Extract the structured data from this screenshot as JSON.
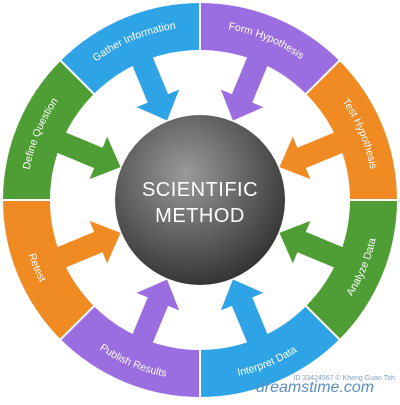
{
  "center": {
    "line1": "SCIENTIFIC",
    "line2": "METHOD"
  },
  "steps": [
    {
      "label": "Gather Information",
      "color": "#2ea4e6"
    },
    {
      "label": "Form Hypothesis",
      "color": "#9a6ee0"
    },
    {
      "label": "Test Hypothesis",
      "color": "#f08a22"
    },
    {
      "label": "Analyze Data",
      "color": "#4f9e35"
    },
    {
      "label": "Interpret Data",
      "color": "#2ea4e6"
    },
    {
      "label": "Publish Results",
      "color": "#9a6ee0"
    },
    {
      "label": "Retest",
      "color": "#f08a22"
    },
    {
      "label": "Define Question",
      "color": "#4f9e35"
    }
  ],
  "watermark": {
    "text": "dreamstime.com",
    "small": "ID 33424567 © Kheng Guan Toh"
  }
}
